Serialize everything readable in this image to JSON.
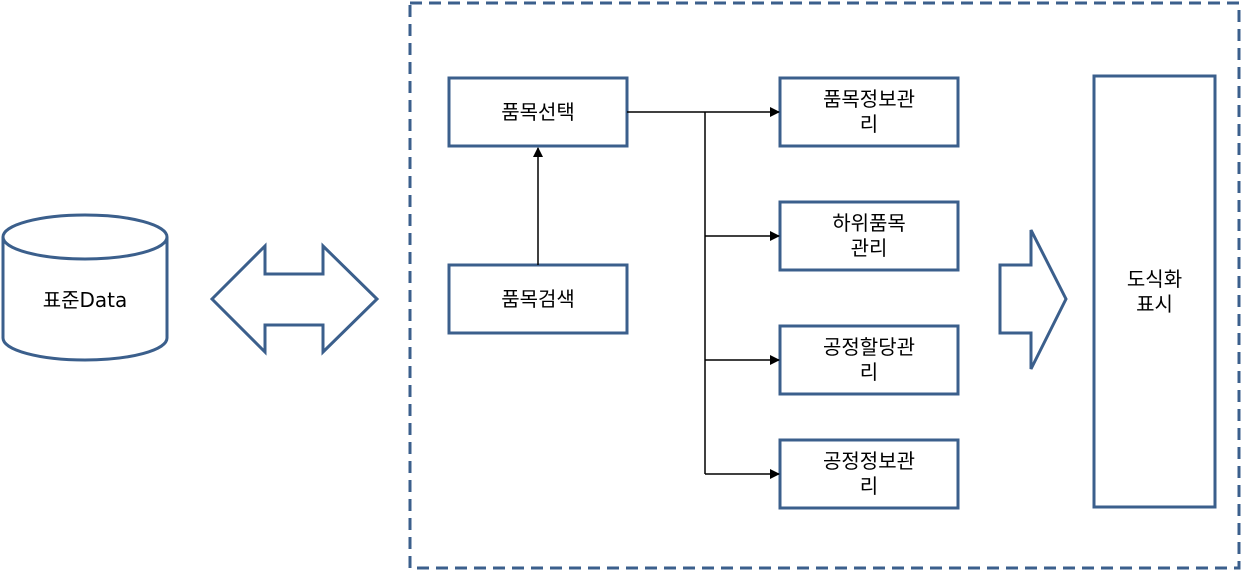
{
  "colors": {
    "outline": "#3b5f8c",
    "connector": "#000000",
    "background": "#ffffff"
  },
  "database": {
    "label": "표준Data"
  },
  "nodes": {
    "item_select": "품목선택",
    "item_search": "품목검색",
    "item_info_mgmt": "품목정보관\n리",
    "sub_item_mgmt": "하위품목\n관리",
    "process_alloc_mgmt": "공정할당관\n리",
    "process_info_mgmt": "공정정보관\n리",
    "visualization": "도식화\n표시"
  }
}
